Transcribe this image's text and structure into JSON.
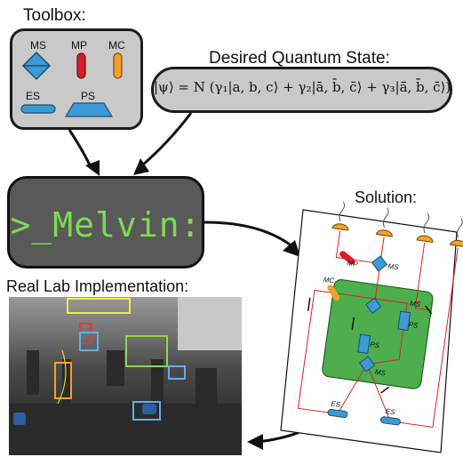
{
  "toolbox": {
    "title": "Toolbox:",
    "items": [
      {
        "label": "MS",
        "icon": "beam-splitter-diamond-icon"
      },
      {
        "label": "MP",
        "icon": "mirror-prism-icon"
      },
      {
        "label": "MC",
        "icon": "mode-converter-icon"
      },
      {
        "label": "ES",
        "icon": "entanglement-source-icon"
      },
      {
        "label": "PS",
        "icon": "polarising-splitter-icon"
      }
    ],
    "colors": {
      "blue": "#3d9ad6",
      "red": "#d41f2a",
      "orange": "#f2a12a"
    }
  },
  "desired_state": {
    "title": "Desired Quantum State:",
    "formula": "|ψ⟩ = N (γ₁|a, b, c⟩ + γ₂|ā, b̄, c̄⟩ + γ₃|ā̄, b̄̄, c̄̄⟩)"
  },
  "melvin": {
    "text": ">_Melvin:",
    "text_color": "#7ddc52",
    "box_color": "#595959"
  },
  "solution": {
    "title": "Solution:",
    "labels": [
      "MP",
      "MS",
      "MC",
      "MS",
      "PS",
      "PS",
      "MS",
      "ES",
      "ES"
    ],
    "table_color": "#4cae4c"
  },
  "lab": {
    "title": "Real Lab Implementation:",
    "highlight_colors": [
      "#f2e94a",
      "#e23b3b",
      "#5fb0e8",
      "#f2a12a",
      "#8ed64b"
    ]
  }
}
